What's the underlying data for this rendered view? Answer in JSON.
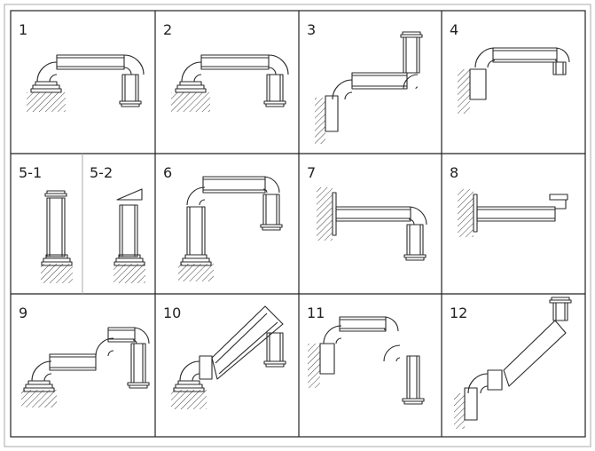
{
  "cells": [
    {
      "id": "1",
      "labels": [
        "1"
      ],
      "variant": "flat-end"
    },
    {
      "id": "2",
      "labels": [
        "2"
      ],
      "variant": "flat-end"
    },
    {
      "id": "3",
      "labels": [
        "3"
      ],
      "variant": "wall-zigzag"
    },
    {
      "id": "4",
      "labels": [
        "4"
      ],
      "variant": "wall-hook"
    },
    {
      "id": "5",
      "labels": [
        "5-1",
        "5-2"
      ],
      "variant": "vertical-pair"
    },
    {
      "id": "6",
      "labels": [
        "6"
      ],
      "variant": "column-arch"
    },
    {
      "id": "7",
      "labels": [
        "7"
      ],
      "variant": "wall-down"
    },
    {
      "id": "8",
      "labels": [
        "8"
      ],
      "variant": "wall-straight"
    },
    {
      "id": "9",
      "labels": [
        "9"
      ],
      "variant": "double-arch"
    },
    {
      "id": "10",
      "labels": [
        "10"
      ],
      "variant": "angled-arm"
    },
    {
      "id": "11",
      "labels": [
        "11"
      ],
      "variant": "wall-double-arch"
    },
    {
      "id": "12",
      "labels": [
        "12"
      ],
      "variant": "wall-angled"
    }
  ],
  "colors": {
    "stroke": "#2a2a2a",
    "grid": "#222222",
    "frame": "#aaaaaa",
    "background": "#ffffff"
  }
}
